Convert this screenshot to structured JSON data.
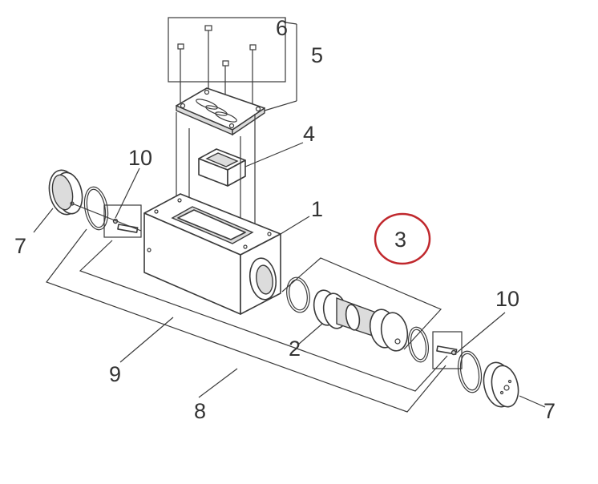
{
  "callouts": {
    "label_1": "1",
    "label_2": "2",
    "label_3": "3",
    "label_4": "4",
    "label_5": "5",
    "label_6": "6",
    "label_7_left": "7",
    "label_7_right": "7",
    "label_8": "8",
    "label_9": "9",
    "label_10_left": "10",
    "label_10_right": "10"
  },
  "highlight": {
    "circled_callout": "3",
    "color": "#c0282d"
  },
  "colors": {
    "line": "#3a3a3a",
    "text": "#333333"
  }
}
